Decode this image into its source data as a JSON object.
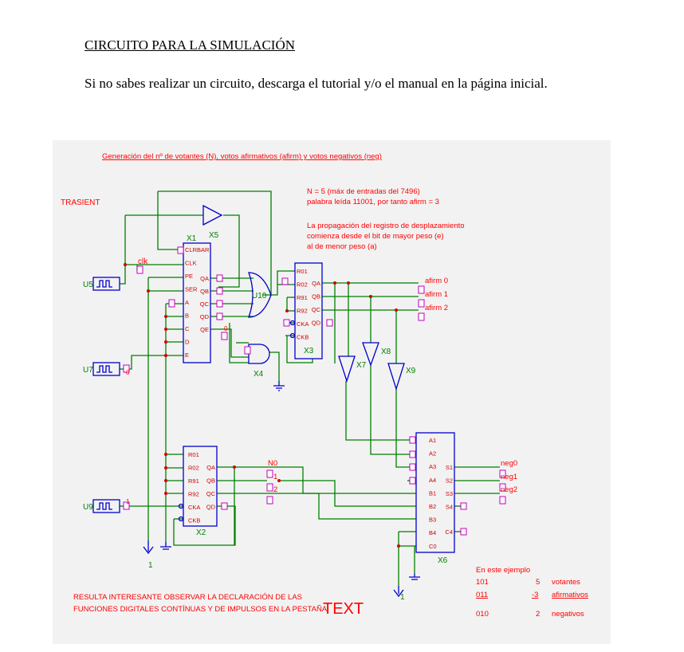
{
  "document": {
    "title": "CIRCUITO PARA LA SIMULACIÓN",
    "paragraph": "Si no sabes realizar un circuito, descarga el tutorial y/o el manual en la página inicial."
  },
  "circuit": {
    "header": "Generación del nº de votantes  (N), votos afirmativos (afirm) y votos negativos (neg)",
    "trasient": "TRASIENT",
    "notes": [
      "N = 5 (máx de entradas del 7496)",
      "palabra leída 11001, por tanto afirm = 3",
      "",
      "La propagación del registro de desplazamiento",
      "comienza desde el bit de mayor peso (e)",
      "al de menor peso (a)"
    ],
    "labels": {
      "x1": "X1",
      "x2": "X2",
      "x3": "X3",
      "x4": "X4",
      "x5": "X5",
      "x6": "X6",
      "x7": "X7",
      "x8": "X8",
      "x9": "X9",
      "u10": "U10",
      "u5": "U5",
      "u7": "U7",
      "u9": "U9",
      "clk": "clk",
      "ground1": "1",
      "ground2": "1"
    },
    "x1_left_pins": [
      "CLRBAR",
      "CLK",
      "PE",
      "SER",
      "A",
      "B",
      "C",
      "D",
      "E"
    ],
    "x1_right_pins": [
      "QA",
      "QB",
      "QC",
      "QD",
      "QE"
    ],
    "x3_left_pins": [
      "R01",
      "R02",
      "R91",
      "R92",
      "CKA",
      "CKB"
    ],
    "x3_right_pins": [
      "QA",
      "QB",
      "QC",
      "QD"
    ],
    "x2_left_pins": [
      "R01",
      "R02",
      "R91",
      "R92",
      "CKA",
      "CKB"
    ],
    "x2_right_pins": [
      "QA",
      "QB",
      "QC",
      "QD"
    ],
    "x6_left_pins": [
      "A1",
      "A2",
      "A3",
      "A4",
      "B1",
      "B2",
      "B3",
      "B4",
      "C0"
    ],
    "x6_right_pins": [
      "S1",
      "S2",
      "S3",
      "S4",
      "C4"
    ],
    "nets_afirm": [
      "afirm 0",
      "afirm 1",
      "afirm 2"
    ],
    "nets_n": [
      "N0",
      "1",
      "2"
    ],
    "nets_neg": [
      "neg0",
      "neg1",
      "neg2"
    ],
    "state_bits": {
      "q1": "1",
      "q0": "0",
      "q2": "0"
    },
    "example": {
      "title": "En este ejemplo",
      "rows": [
        {
          "bin": "101",
          "dec": "5",
          "label": "votantes"
        },
        {
          "bin": "011",
          "dec": "-3",
          "label": "afirmativos"
        },
        {
          "bin": "010",
          "dec": "2",
          "label": "negativos"
        }
      ]
    },
    "footer": [
      "RESULTA INTERESANTE OBSERVAR LA DECLARACIÓN DE LAS",
      "FUNCIONES DIGITALES CONTÍNUAS Y DE IMPULSOS EN LA PESTAÑA"
    ],
    "footer_big": "TEXT",
    "colors": {
      "wire": "#008000",
      "comp": "#0000cc",
      "text": "#ff0000",
      "mark": "#c000c0"
    }
  }
}
